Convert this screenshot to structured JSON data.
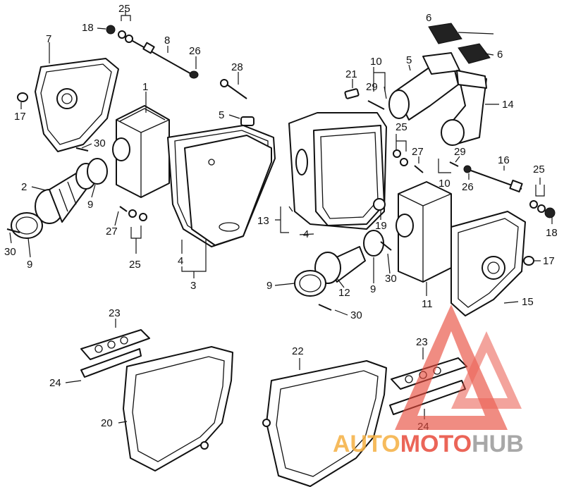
{
  "callouts": [
    {
      "id": "c25a",
      "text": "25"
    },
    {
      "id": "c18a",
      "text": "18"
    },
    {
      "id": "c8",
      "text": "8"
    },
    {
      "id": "c7",
      "text": "7"
    },
    {
      "id": "c26a",
      "text": "26"
    },
    {
      "id": "c28",
      "text": "28"
    },
    {
      "id": "c1",
      "text": "1"
    },
    {
      "id": "c17a",
      "text": "17"
    },
    {
      "id": "c30a",
      "text": "30"
    },
    {
      "id": "c5a",
      "text": "5"
    },
    {
      "id": "c2",
      "text": "2"
    },
    {
      "id": "c9a",
      "text": "9"
    },
    {
      "id": "c27a",
      "text": "27"
    },
    {
      "id": "c30b",
      "text": "30"
    },
    {
      "id": "c9b",
      "text": "9"
    },
    {
      "id": "c25b",
      "text": "25"
    },
    {
      "id": "c4a",
      "text": "4"
    },
    {
      "id": "c3",
      "text": "3"
    },
    {
      "id": "c6a",
      "text": "6"
    },
    {
      "id": "c6b",
      "text": "6"
    },
    {
      "id": "c10a",
      "text": "10"
    },
    {
      "id": "c5b",
      "text": "5"
    },
    {
      "id": "c21",
      "text": "21"
    },
    {
      "id": "c29a",
      "text": "29"
    },
    {
      "id": "c14",
      "text": "14"
    },
    {
      "id": "c25c",
      "text": "25"
    },
    {
      "id": "c27b",
      "text": "27"
    },
    {
      "id": "c29b",
      "text": "29"
    },
    {
      "id": "c16",
      "text": "16"
    },
    {
      "id": "c10b",
      "text": "10"
    },
    {
      "id": "c26b",
      "text": "26"
    },
    {
      "id": "c25d",
      "text": "25"
    },
    {
      "id": "c18b",
      "text": "18"
    },
    {
      "id": "c13",
      "text": "13"
    },
    {
      "id": "c4b",
      "text": "4"
    },
    {
      "id": "c19",
      "text": "19"
    },
    {
      "id": "c17b",
      "text": "17"
    },
    {
      "id": "c9c",
      "text": "9"
    },
    {
      "id": "c12",
      "text": "12"
    },
    {
      "id": "c9d",
      "text": "9"
    },
    {
      "id": "c30c",
      "text": "30"
    },
    {
      "id": "c11",
      "text": "11"
    },
    {
      "id": "c15",
      "text": "15"
    },
    {
      "id": "c30d",
      "text": "30"
    },
    {
      "id": "c23a",
      "text": "23"
    },
    {
      "id": "c24a",
      "text": "24"
    },
    {
      "id": "c22",
      "text": "22"
    },
    {
      "id": "c23b",
      "text": "23"
    },
    {
      "id": "c20",
      "text": "20"
    },
    {
      "id": "c24b",
      "text": "24"
    }
  ],
  "watermark": {
    "part1": "AUTO",
    "part2": "MOTO",
    "part3": "HUB",
    "color_orange": "#f5b041",
    "color_red": "#e84b3c",
    "color_gray": "#9a9a9a"
  }
}
